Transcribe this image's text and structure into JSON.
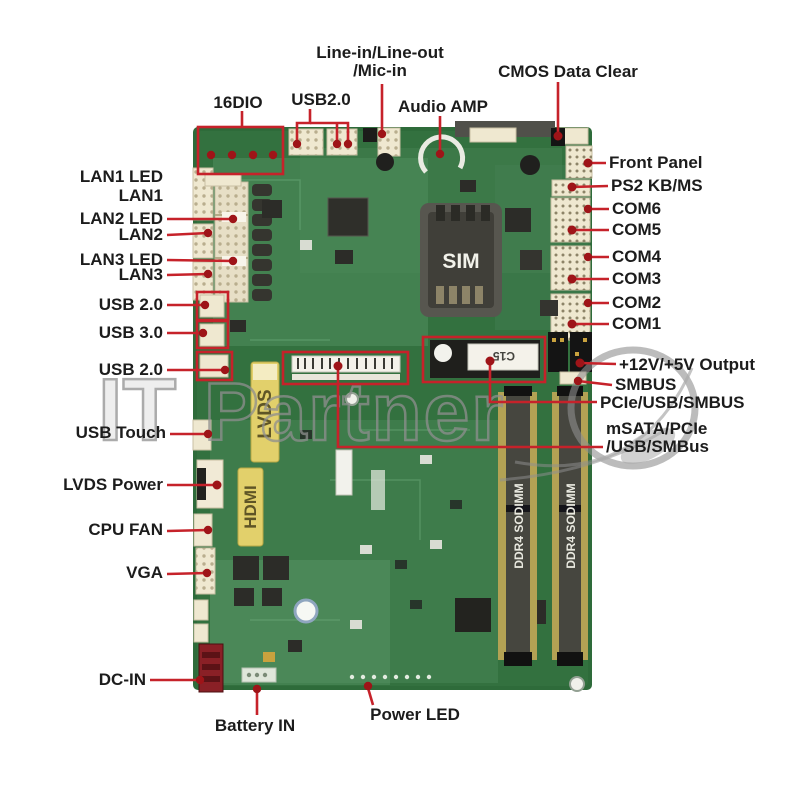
{
  "figure": {
    "type": "annotated-motherboard-diagram",
    "description": "Embedded single board computer with red callout annotations"
  },
  "labels": {
    "top": {
      "dio": "16DIO",
      "usb": "USB2.0",
      "linein1": "Line-in/Line-out",
      "linein2": "/Mic-in",
      "audio": "Audio AMP",
      "cmos": "CMOS Data Clear"
    },
    "left": {
      "lan1_led": "LAN1 LED",
      "lan1": "LAN1",
      "lan2_led": "LAN2 LED",
      "lan2": "LAN2",
      "lan3_led": "LAN3 LED",
      "lan3": "LAN3",
      "usb20_a": "USB 2.0",
      "usb30": "USB 3.0",
      "usb20_b": "USB 2.0",
      "usb_touch": "USB Touch",
      "lvds_power": "LVDS Power",
      "cpu_fan": "CPU FAN",
      "vga": "VGA",
      "dc_in": "DC-IN"
    },
    "right": {
      "front_panel": "Front Panel",
      "ps2": "PS2 KB/MS",
      "com6": "COM6",
      "com5": "COM5",
      "com4": "COM4",
      "com3": "COM3",
      "com2": "COM2",
      "com1": "COM1",
      "out12v": "+12V/+5V Output",
      "smbus": "SMBUS",
      "pcie": "PCIe/USB/SMBUS",
      "msata1": "mSATA/PCIe",
      "msata2": "/USB/SMBus"
    },
    "bottom": {
      "battery": "Battery IN",
      "power_led": "Power LED"
    }
  },
  "board": {
    "sim": "SIM",
    "lvds": "LVDS",
    "hdmi": "HDMI",
    "dimm_a": "DDR4 SODIMM",
    "dimm_b": "DDR4 SODIMM",
    "module": "C15"
  },
  "watermark": {
    "it": "IT",
    "partner": "Partner"
  },
  "colors": {
    "annotation_red": "#c6222a",
    "dot_red": "#9e1418",
    "board_green": "#2e6b3a",
    "connector_beige": "#efe8d0",
    "label_yellow": "#e2d06b",
    "slot_dark": "#46463f",
    "watermark_gray": "#8f8f8f"
  }
}
